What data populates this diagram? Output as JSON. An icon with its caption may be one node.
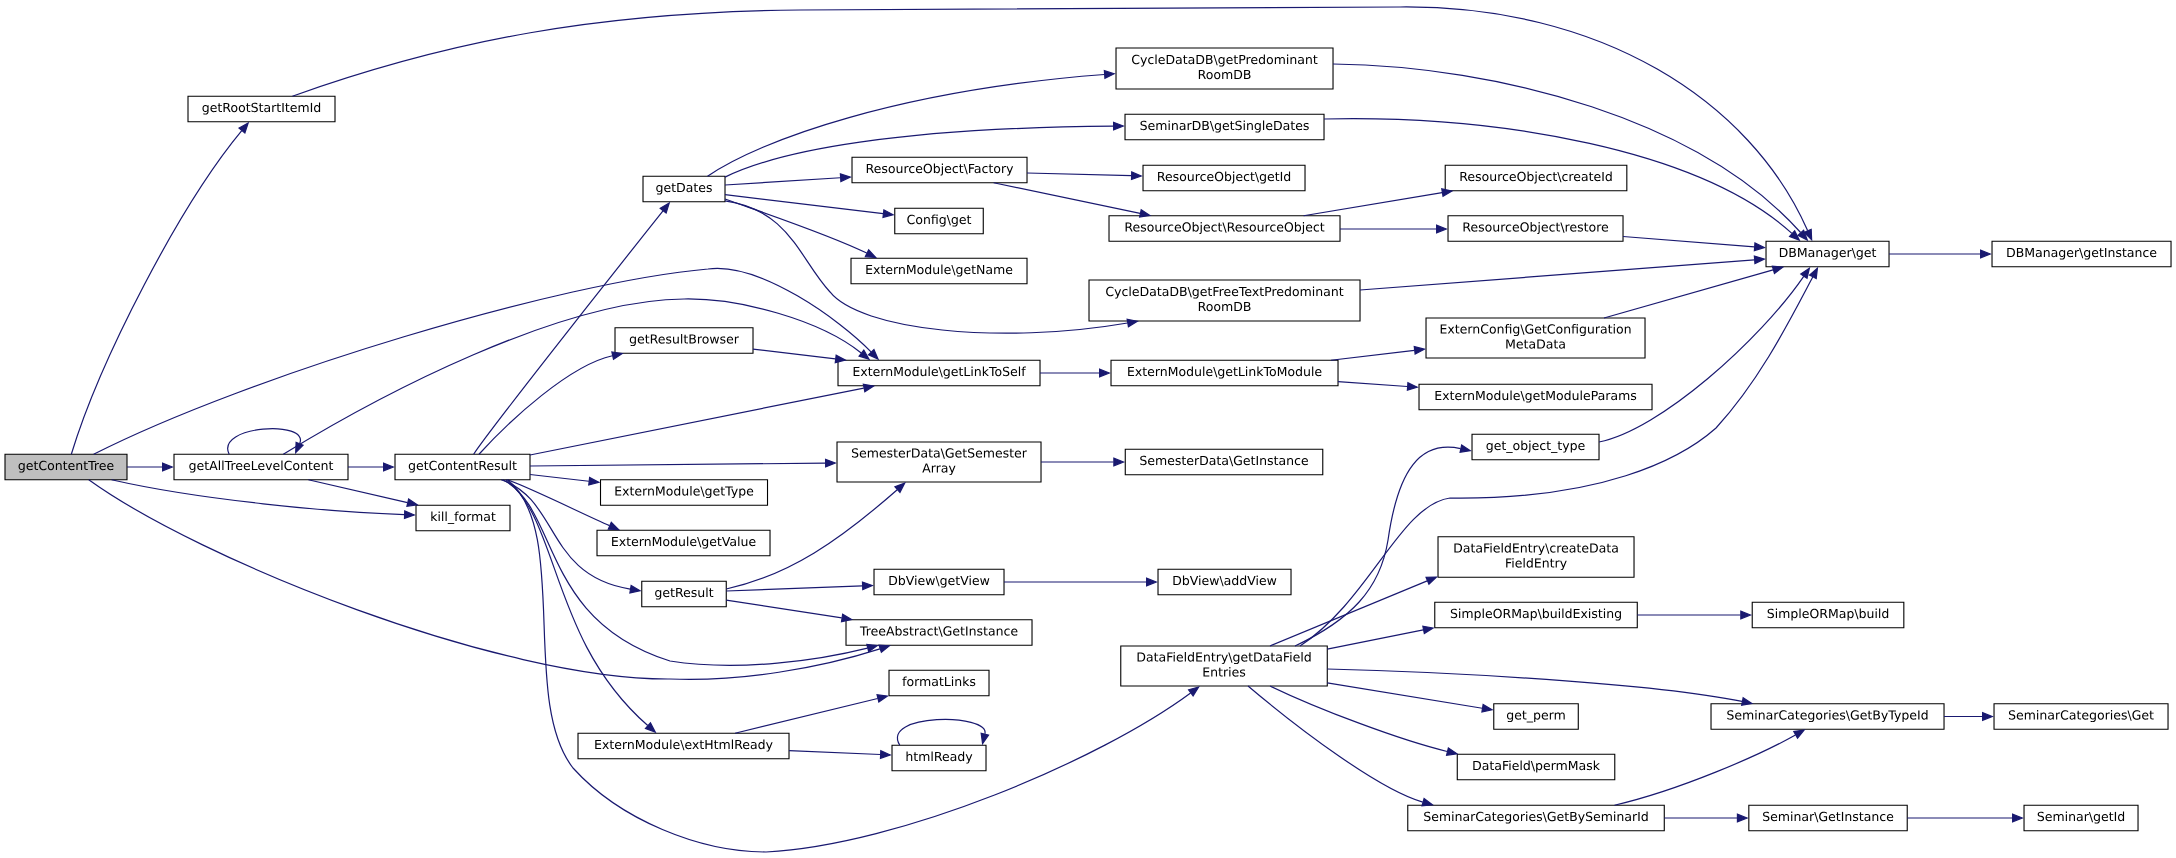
{
  "diagram": {
    "nodes": [
      {
        "text": [
          "getContentTree"
        ]
      },
      {
        "text": [
          "getRootStartItemId"
        ]
      },
      {
        "text": [
          "getAllTreeLevelContent"
        ]
      },
      {
        "text": [
          "getContentResult"
        ]
      },
      {
        "text": [
          "kill_format"
        ]
      },
      {
        "text": [
          "getDates"
        ]
      },
      {
        "text": [
          "getResultBrowser"
        ]
      },
      {
        "text": [
          "ExternModule\\getType"
        ]
      },
      {
        "text": [
          "ExternModule\\getValue"
        ]
      },
      {
        "text": [
          "getResult"
        ]
      },
      {
        "text": [
          "ExternModule\\extHtmlReady"
        ]
      },
      {
        "text": [
          "ResourceObject\\Factory"
        ]
      },
      {
        "text": [
          "Config\\get"
        ]
      },
      {
        "text": [
          "ExternModule\\getName"
        ]
      },
      {
        "text": [
          "ExternModule\\getLinkToSelf"
        ]
      },
      {
        "text": [
          "SemesterData\\GetSemester Array"
        ]
      },
      {
        "text": [
          "DbView\\getView"
        ]
      },
      {
        "text": [
          "TreeAbstract\\GetInstance"
        ]
      },
      {
        "text": [
          "formatLinks"
        ]
      },
      {
        "text": [
          "htmlReady"
        ]
      },
      {
        "text": [
          "CycleDataDB\\getPredominant RoomDB"
        ]
      },
      {
        "text": [
          "SeminarDB\\getSingleDates"
        ]
      },
      {
        "text": [
          "ResourceObject\\getId"
        ]
      },
      {
        "text": [
          "ResourceObject\\ResourceObject"
        ]
      },
      {
        "text": [
          "CycleDataDB\\getFreeTextPredominant RoomDB"
        ]
      },
      {
        "text": [
          "ExternModule\\getLinkToModule"
        ]
      },
      {
        "text": [
          "SemesterData\\GetInstance"
        ]
      },
      {
        "text": [
          "DbView\\addView"
        ]
      },
      {
        "text": [
          "DataFieldEntry\\getDataField Entries"
        ]
      },
      {
        "text": [
          "ResourceObject\\createId"
        ]
      },
      {
        "text": [
          "ResourceObject\\restore"
        ]
      },
      {
        "text": [
          "ExternConfig\\GetConfiguration MetaData"
        ]
      },
      {
        "text": [
          "ExternModule\\getModuleParams"
        ]
      },
      {
        "text": [
          "get_object_type"
        ]
      },
      {
        "text": [
          "DataFieldEntry\\createData FieldEntry"
        ]
      },
      {
        "text": [
          "SimpleORMap\\buildExisting"
        ]
      },
      {
        "text": [
          "get_perm"
        ]
      },
      {
        "text": [
          "DataField\\permMask"
        ]
      },
      {
        "text": [
          "SeminarCategories\\GetBySeminarId"
        ]
      },
      {
        "text": [
          "DBManager\\get"
        ]
      },
      {
        "text": [
          "SimpleORMap\\build"
        ]
      },
      {
        "text": [
          "SeminarCategories\\GetByTypeId"
        ]
      },
      {
        "text": [
          "Seminar\\GetInstance"
        ]
      },
      {
        "text": [
          "DBManager\\getInstance"
        ]
      },
      {
        "text": [
          "SeminarCategories\\Get"
        ]
      },
      {
        "text": [
          "Seminar\\getId"
        ]
      }
    ],
    "edges": [
      {
        "from": 0,
        "to": 1,
        "arrow": "to"
      },
      {
        "from": 0,
        "to": 2,
        "arrow": "to"
      },
      {
        "from": 0,
        "to": 14,
        "arrow": "to"
      },
      {
        "from": 0,
        "to": 4,
        "arrow": "to"
      },
      {
        "from": 0,
        "to": 17,
        "arrow": "to"
      },
      {
        "from": 1,
        "to": 39,
        "arrow": "to"
      },
      {
        "from": 2,
        "to": 2,
        "arrow": "to"
      },
      {
        "from": 2,
        "to": 3,
        "arrow": "to"
      },
      {
        "from": 2,
        "to": 14,
        "arrow": "to"
      },
      {
        "from": 2,
        "to": 4,
        "arrow": "to"
      },
      {
        "from": 3,
        "to": 5,
        "arrow": "to"
      },
      {
        "from": 3,
        "to": 6,
        "arrow": "to"
      },
      {
        "from": 3,
        "to": 14,
        "arrow": "to"
      },
      {
        "from": 3,
        "to": 15,
        "arrow": "to"
      },
      {
        "from": 3,
        "to": 7,
        "arrow": "to"
      },
      {
        "from": 3,
        "to": 8,
        "arrow": "to"
      },
      {
        "from": 3,
        "to": 9,
        "arrow": "to"
      },
      {
        "from": 3,
        "to": 17,
        "arrow": "to"
      },
      {
        "from": 3,
        "to": 10,
        "arrow": "to"
      },
      {
        "from": 3,
        "to": 28,
        "arrow": "to"
      },
      {
        "from": 5,
        "to": 20,
        "arrow": "to"
      },
      {
        "from": 5,
        "to": 21,
        "arrow": "to"
      },
      {
        "from": 5,
        "to": 11,
        "arrow": "to"
      },
      {
        "from": 5,
        "to": 12,
        "arrow": "to"
      },
      {
        "from": 5,
        "to": 13,
        "arrow": "to"
      },
      {
        "from": 5,
        "to": 24,
        "arrow": "to"
      },
      {
        "from": 6,
        "to": 14,
        "arrow": "to"
      },
      {
        "from": 9,
        "to": 15,
        "arrow": "to"
      },
      {
        "from": 9,
        "to": 16,
        "arrow": "to"
      },
      {
        "from": 9,
        "to": 17,
        "arrow": "to"
      },
      {
        "from": 10,
        "to": 18,
        "arrow": "to"
      },
      {
        "from": 10,
        "to": 19,
        "arrow": "to"
      },
      {
        "from": 19,
        "to": 19,
        "arrow": "to"
      },
      {
        "from": 11,
        "to": 22,
        "arrow": "to"
      },
      {
        "from": 11,
        "to": 23,
        "arrow": "to"
      },
      {
        "from": 14,
        "to": 25,
        "arrow": "to"
      },
      {
        "from": 20,
        "to": 39,
        "arrow": "to"
      },
      {
        "from": 21,
        "to": 39,
        "arrow": "to"
      },
      {
        "from": 23,
        "to": 29,
        "arrow": "to"
      },
      {
        "from": 23,
        "to": 30,
        "arrow": "to"
      },
      {
        "from": 24,
        "to": 39,
        "arrow": "to"
      },
      {
        "from": 25,
        "to": 31,
        "arrow": "to"
      },
      {
        "from": 25,
        "to": 32,
        "arrow": "to"
      },
      {
        "from": 30,
        "to": 39,
        "arrow": "to"
      },
      {
        "from": 31,
        "to": 39,
        "arrow": "to"
      },
      {
        "from": 39,
        "to": 43,
        "arrow": "to"
      },
      {
        "from": 15,
        "to": 26,
        "arrow": "to"
      },
      {
        "from": 16,
        "to": 27,
        "arrow": "to"
      },
      {
        "from": 28,
        "to": 33,
        "arrow": "to"
      },
      {
        "from": 28,
        "to": 39,
        "arrow": "to"
      },
      {
        "from": 28,
        "to": 34,
        "arrow": "to"
      },
      {
        "from": 28,
        "to": 35,
        "arrow": "to"
      },
      {
        "from": 28,
        "to": 41,
        "arrow": "to"
      },
      {
        "from": 28,
        "to": 36,
        "arrow": "to"
      },
      {
        "from": 28,
        "to": 37,
        "arrow": "to"
      },
      {
        "from": 28,
        "to": 38,
        "arrow": "to"
      },
      {
        "from": 33,
        "to": 39,
        "arrow": "to"
      },
      {
        "from": 35,
        "to": 40,
        "arrow": "to"
      },
      {
        "from": 41,
        "to": 44,
        "arrow": "to"
      },
      {
        "from": 38,
        "to": 41,
        "arrow": "to"
      },
      {
        "from": 38,
        "to": 42,
        "arrow": "to"
      },
      {
        "from": 42,
        "to": 45,
        "arrow": "to"
      }
    ]
  }
}
